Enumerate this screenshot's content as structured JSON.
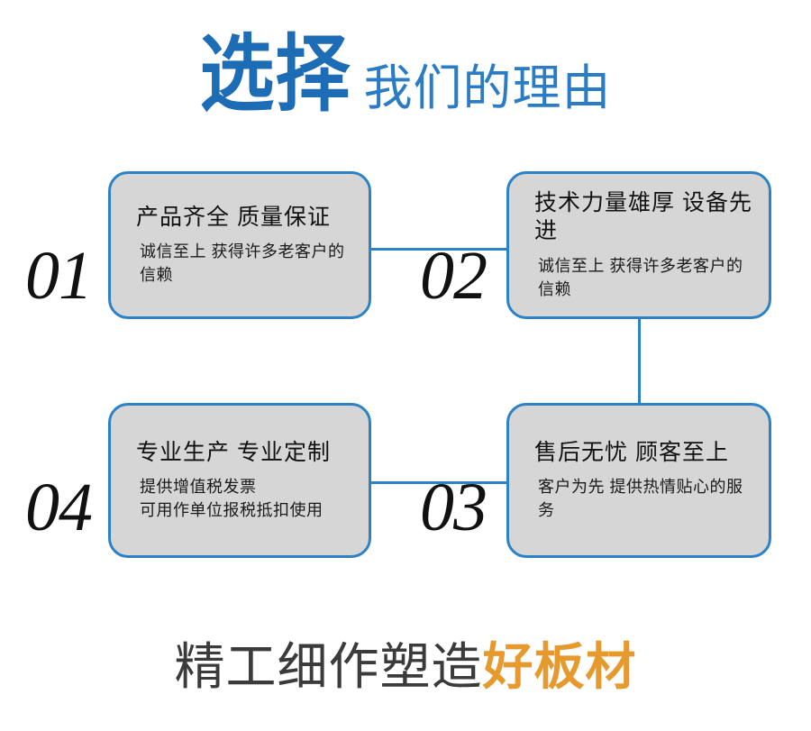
{
  "header": {
    "emphasis": "选择",
    "rest": "我们的理由",
    "emphasis_color": "#1C6DB5",
    "rest_color": "#2A7CC4"
  },
  "theme": {
    "border_color": "#2C82C4",
    "card_fill": "#D6D6D6",
    "connector_color": "#2C82C4",
    "accent_orange": "#E69A2E",
    "text_dark": "#3B3B3B"
  },
  "cards": [
    {
      "number": "01",
      "title": "产品齐全 质量保证",
      "desc": "诚信至上 获得许多老客户的信赖"
    },
    {
      "number": "02",
      "title": "技术力量雄厚 设备先进",
      "desc": "诚信至上 获得许多老客户的信赖"
    },
    {
      "number": "03",
      "title": "售后无忧 顾客至上",
      "desc": "客户为先 提供热情贴心的服务"
    },
    {
      "number": "04",
      "title": "专业生产 专业定制",
      "desc": "提供增值税发票\n可用作单位报税抵扣使用"
    }
  ],
  "footer": {
    "main": "精工细作塑造",
    "accent": "好板材"
  }
}
